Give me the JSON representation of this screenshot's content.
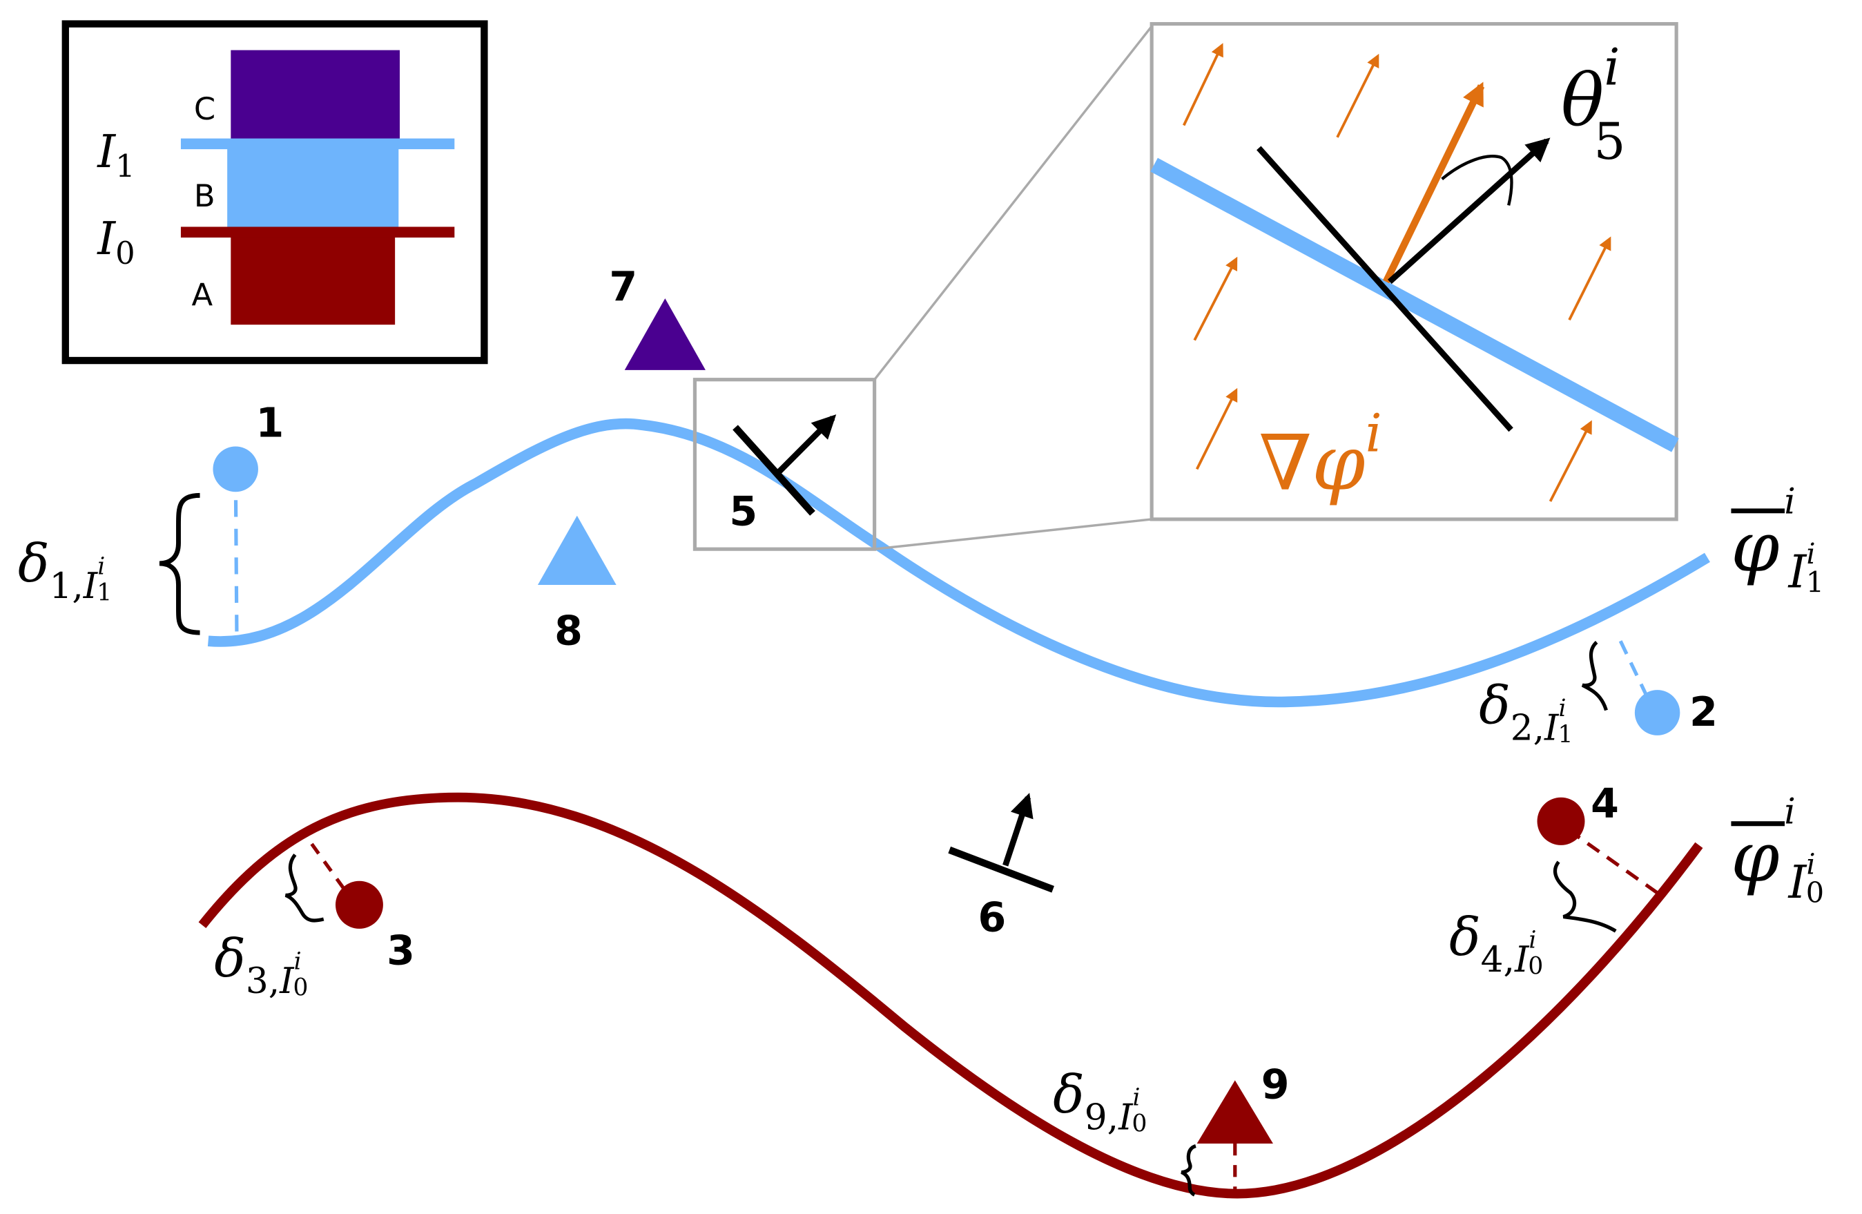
{
  "colors": {
    "interface1": "#6eb4fc",
    "interface0": "#8f0000",
    "regionC": "#4a0090",
    "regionB": "#6eb4fc",
    "regionA": "#8f0000",
    "gradient": "#e07010",
    "frame": "#aaaaaa",
    "ink": "#000000"
  },
  "legend": {
    "regions": [
      {
        "label": "C"
      },
      {
        "label": "B"
      },
      {
        "label": "A"
      }
    ],
    "interfaces": [
      {
        "base": "I",
        "sub": "1"
      },
      {
        "base": "I",
        "sub": "0"
      }
    ]
  },
  "points": [
    {
      "id": "1"
    },
    {
      "id": "2"
    },
    {
      "id": "3"
    },
    {
      "id": "4"
    },
    {
      "id": "5"
    },
    {
      "id": "6"
    },
    {
      "id": "7"
    },
    {
      "id": "8"
    },
    {
      "id": "9"
    }
  ],
  "distances": [
    {
      "delta": "δ",
      "sub": "1,",
      "I": "I",
      "sup": "i",
      "isub": "1"
    },
    {
      "delta": "δ",
      "sub": "2,",
      "I": "I",
      "sup": "i",
      "isub": "1"
    },
    {
      "delta": "δ",
      "sub": "3,",
      "I": "I",
      "sup": "i",
      "isub": "0"
    },
    {
      "delta": "δ",
      "sub": "4,",
      "I": "I",
      "sup": "i",
      "isub": "0"
    },
    {
      "delta": "δ",
      "sub": "9,",
      "I": "I",
      "sup": "i",
      "isub": "0"
    }
  ],
  "curves": {
    "upper": {
      "base": "φ",
      "sup": "i",
      "I": "I",
      "isub": "1",
      "isup": "i"
    },
    "lower": {
      "base": "φ",
      "sup": "i",
      "I": "I",
      "isub": "0",
      "isup": "i"
    }
  },
  "inset": {
    "theta": {
      "base": "θ",
      "sup": "i",
      "sub": "5"
    },
    "gradient": {
      "nabla": "∇",
      "base": "φ",
      "sup": "i"
    }
  }
}
